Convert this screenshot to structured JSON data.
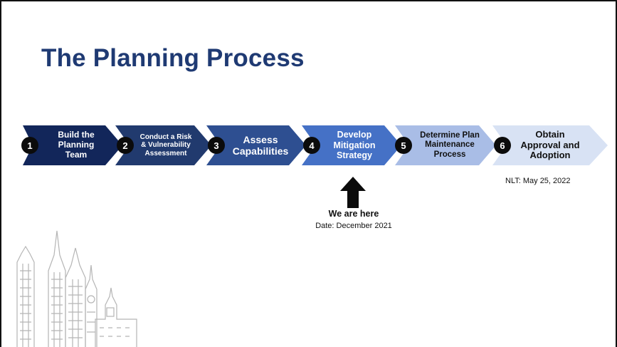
{
  "slide": {
    "title": "The Planning Process"
  },
  "steps": [
    {
      "number": "1",
      "label": "Build the Planning Team",
      "color": "#12265a"
    },
    {
      "number": "2",
      "label": "Conduct a Risk & Vulnerability Assessment",
      "color": "#213a6e"
    },
    {
      "number": "3",
      "label": "Assess Capabilities",
      "color": "#2e4f91"
    },
    {
      "number": "4",
      "label": "Develop Mitigation Strategy",
      "color": "#4571c6"
    },
    {
      "number": "5",
      "label": "Determine Plan Maintenance Process",
      "color": "#a9bde6"
    },
    {
      "number": "6",
      "label": "Obtain Approval and Adoption",
      "color": "#d8e2f4"
    }
  ],
  "annotations": {
    "deadline": "NLT: May 25, 2022",
    "current_marker": "We are here",
    "current_date": "Date: December 2021"
  },
  "icons": {
    "pointer": "up-arrow-icon",
    "decoration": "city-skyline-icon"
  }
}
